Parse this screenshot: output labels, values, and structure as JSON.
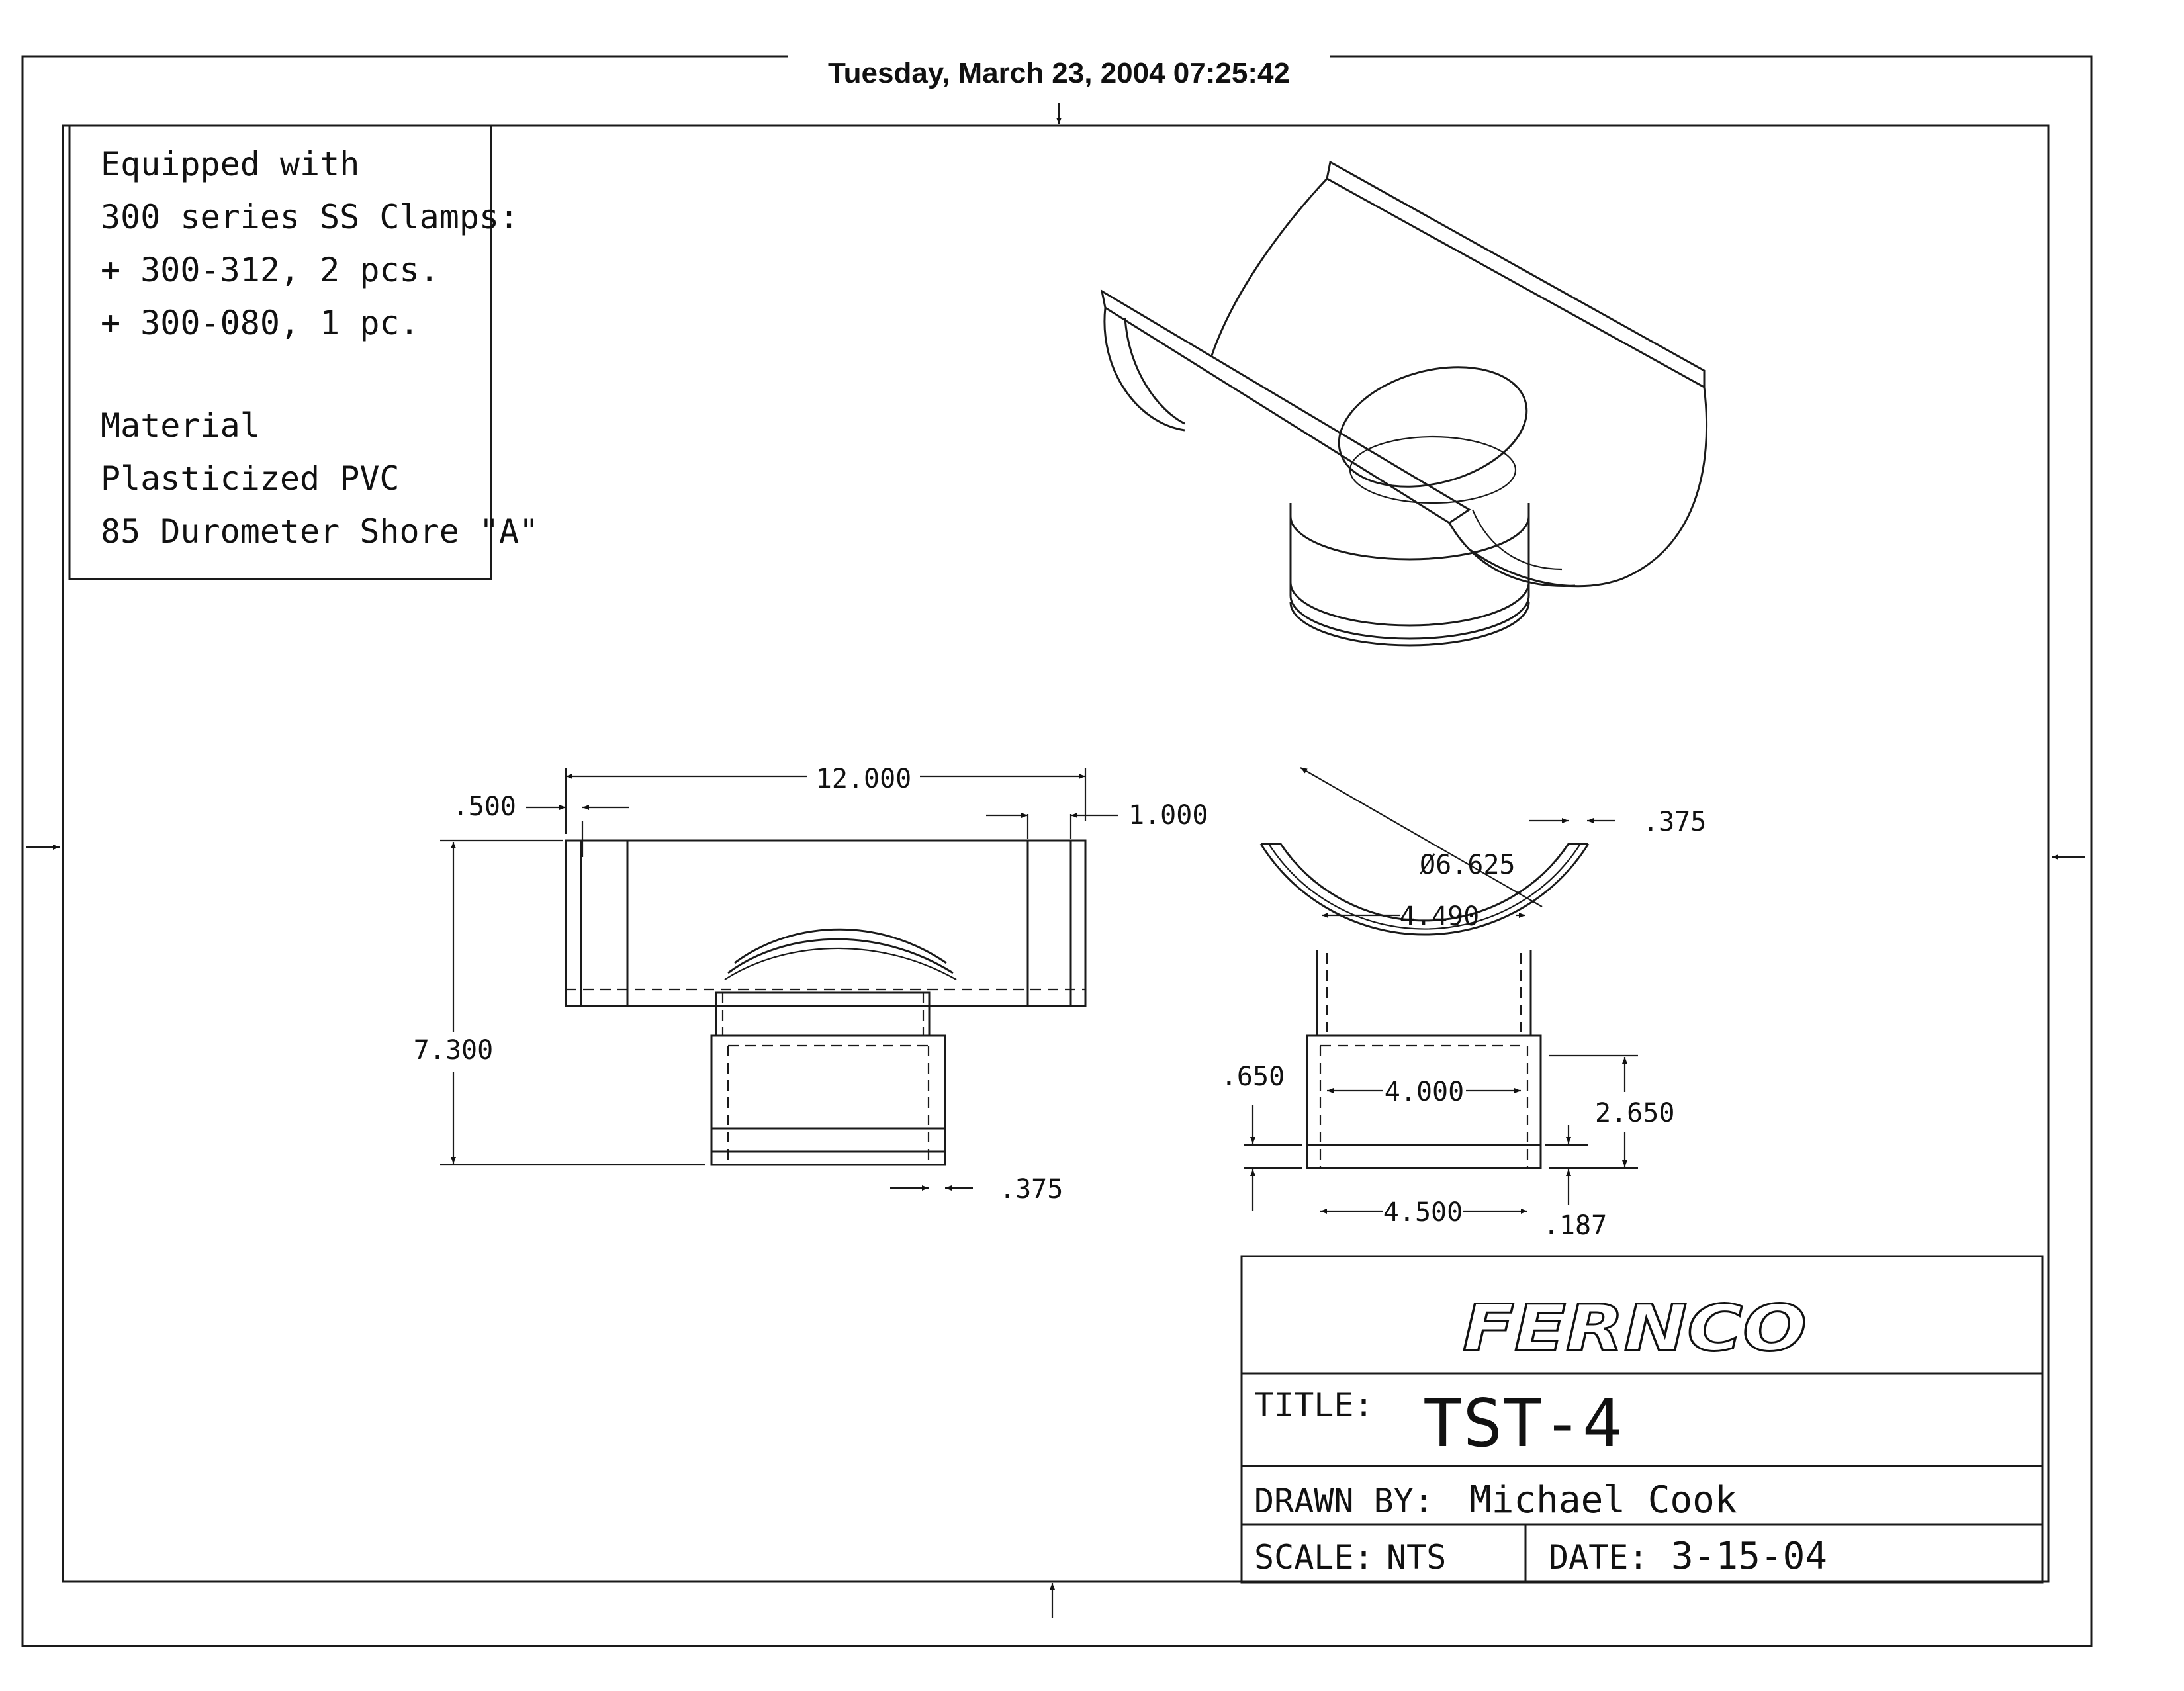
{
  "header": {
    "timestamp": "Tuesday, March 23, 2004 07:25:42"
  },
  "notes": {
    "lines": [
      "Equipped with",
      "300 series SS Clamps:",
      "+ 300-312,  2 pcs.",
      "+ 300-080,  1 pc.",
      "Material",
      "Plasticized PVC",
      "85 Durometer Shore \"A\""
    ]
  },
  "front_view": {
    "dims": {
      "overall_length": "12.000",
      "end_band": ".500",
      "end_band_right": "1.000",
      "height": "7.300",
      "branch_band": ".375"
    }
  },
  "side_view": {
    "dims": {
      "diameter": "Ø6.625",
      "top_band": ".375",
      "inner_width": "4.490",
      "hub_inner": "4.000",
      "branch_height": "2.650",
      "hub_band": ".650",
      "hub_outer": "4.500",
      "bottom_band": ".187"
    }
  },
  "title_block": {
    "logo": "FERNCO",
    "title_label": "TITLE:",
    "title_value": "TST-4",
    "drawn_by_label": "DRAWN BY:",
    "drawn_by_value": "Michael Cook",
    "scale_label": "SCALE:",
    "scale_value": "NTS",
    "date_label": "DATE:",
    "date_value": "3-15-04"
  }
}
